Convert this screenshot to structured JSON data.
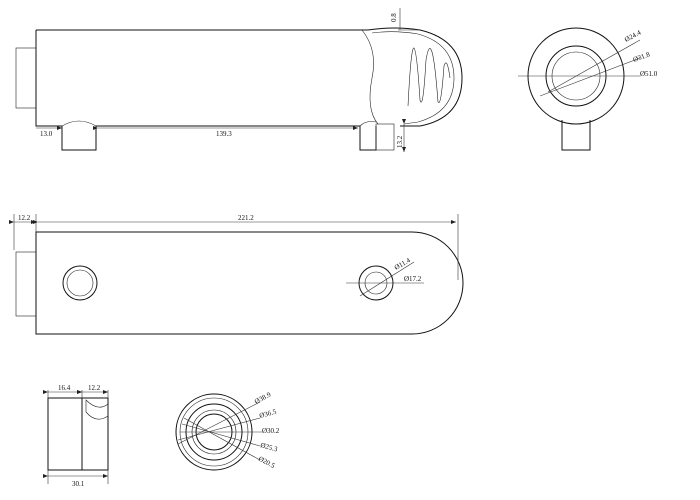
{
  "top_view": {
    "dims": {
      "wall_thickness": "0.8",
      "left_offset": "13.0",
      "hole_spacing": "139.3",
      "fitting_height": "13.2"
    }
  },
  "end_view": {
    "dims": {
      "d1": "Ø24.4",
      "d2": "Ø31.8",
      "d3": "Ø51.0"
    }
  },
  "side_view": {
    "dims": {
      "thread_length": "12.2",
      "total_length": "221.2",
      "hole_inner": "Ø11.4",
      "hole_outer": "Ø17.2"
    }
  },
  "nut_side": {
    "dims": {
      "width": "16.4",
      "thread": "12.2",
      "total": "30.1"
    }
  },
  "nut_front": {
    "dims": {
      "d1": "Ø38.9",
      "d2": "Ø36.5",
      "d3": "Ø30.2",
      "d4": "Ø25.3",
      "d5": "Ø20.5"
    }
  }
}
